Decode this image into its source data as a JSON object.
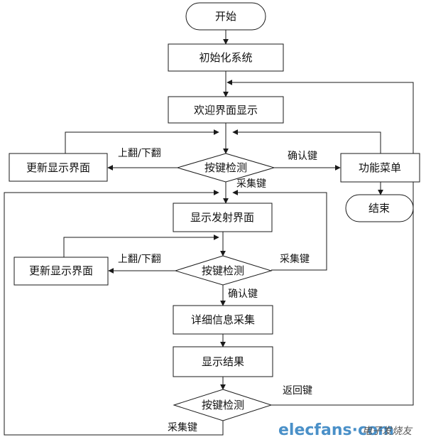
{
  "nodes": {
    "start": "开始",
    "init": "初始化系统",
    "welcome": "欢迎界面显示",
    "update1": "更新显示界面",
    "detect1": "按键检测",
    "menu": "功能菜单",
    "end": "结束",
    "launch": "显示发射界面",
    "update2": "更新显示界面",
    "detect2": "按键检测",
    "collect": "详细信息采集",
    "result": "显示结果",
    "detect3": "按键检测"
  },
  "edges": {
    "updown1": "上翻/下翻",
    "confirm1": "确认键",
    "collect1": "采集键",
    "updown2": "上翻/下翻",
    "collect2": "采集键",
    "confirm2": "确认键",
    "back": "返回键",
    "collect3": "采集键"
  },
  "watermark": {
    "brand": "elecfans·com",
    "cn": "电子发烧友"
  }
}
